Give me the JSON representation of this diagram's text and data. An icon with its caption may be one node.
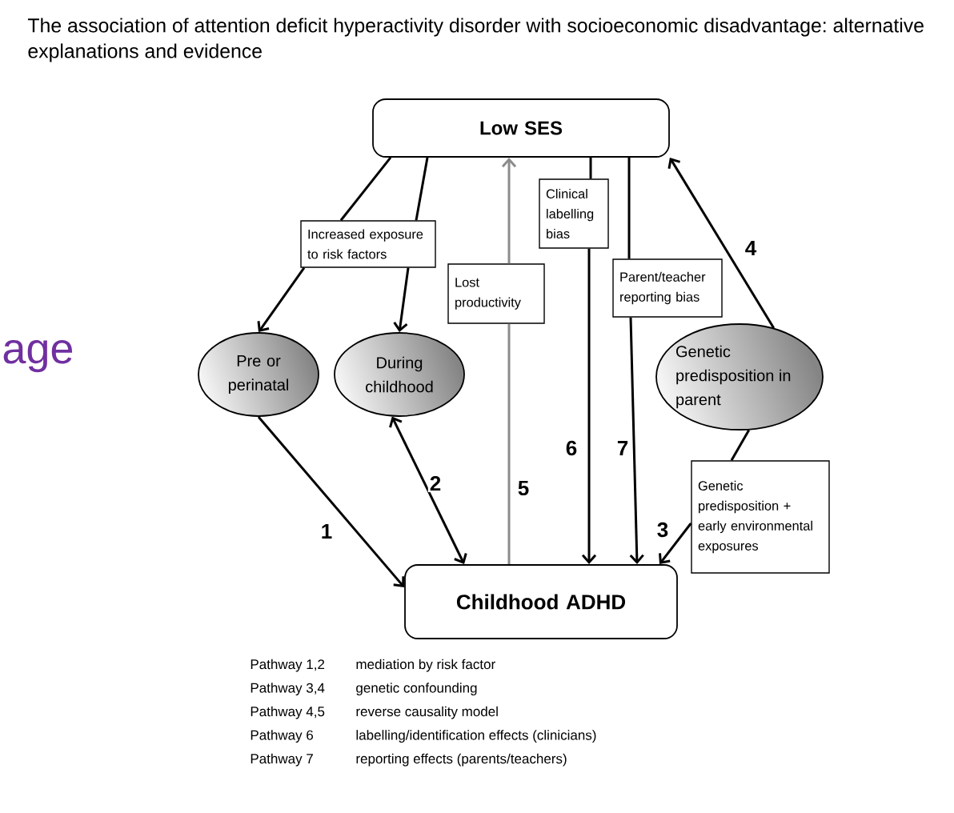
{
  "diagram": {
    "title": "The association of attention deficit hyperactivity disorder with socioeconomic disadvantage: alternative explanations and evidence",
    "nodes": [
      {
        "text": [
          "Low SES"
        ]
      },
      {
        "text": [
          "Increased exposure to risk factors"
        ]
      },
      {
        "text": [
          "Lost productivity"
        ]
      },
      {
        "text": [
          "Clinical labelling bias"
        ]
      },
      {
        "text": [
          "Parent/teacher reporting bias"
        ]
      },
      {
        "text": [
          "Pre or perinatal"
        ]
      },
      {
        "text": [
          "During childhood"
        ]
      },
      {
        "text": [
          "Genetic predisposition in parent"
        ]
      },
      {
        "text": [
          "Genetic predisposition + early environmental exposures"
        ]
      },
      {
        "text": [
          "Childhood ADHD"
        ]
      }
    ],
    "edges": [
      {
        "from": 0,
        "to": 1,
        "arrow": "none"
      },
      {
        "from": 0,
        "to": 1,
        "arrow": "none"
      },
      {
        "from": 1,
        "to": 5,
        "arrow": "to"
      },
      {
        "from": 1,
        "to": 6,
        "arrow": "to"
      },
      {
        "from": 5,
        "to": 9,
        "arrow": "to",
        "label": "1"
      },
      {
        "from": 6,
        "to": 9,
        "arrow": "both",
        "label": "2"
      },
      {
        "from": 9,
        "to": 2,
        "arrow": "none",
        "label": "5",
        "color": "#8c8c8c"
      },
      {
        "from": 2,
        "to": 0,
        "arrow": "to",
        "color": "#8c8c8c"
      },
      {
        "from": 0,
        "to": 3,
        "arrow": "none"
      },
      {
        "from": 3,
        "to": 9,
        "arrow": "to",
        "label": "6"
      },
      {
        "from": 0,
        "to": 4,
        "arrow": "none"
      },
      {
        "from": 4,
        "to": 9,
        "arrow": "to",
        "label": "7"
      },
      {
        "from": 7,
        "to": 0,
        "arrow": "to",
        "label": "4"
      },
      {
        "from": 7,
        "to": 8,
        "arrow": "none"
      },
      {
        "from": 8,
        "to": 9,
        "arrow": "to",
        "label": "3"
      }
    ],
    "labels": [
      "age",
      "Pathway 1,2",
      "mediation by risk factor",
      "Pathway 3,4",
      "genetic confounding",
      "Pathway 4,5",
      "reverse causality model",
      "Pathway 6",
      "labelling/identification effects (clinicians)",
      "Pathway 7",
      "reporting effects (parents/teachers)"
    ]
  }
}
